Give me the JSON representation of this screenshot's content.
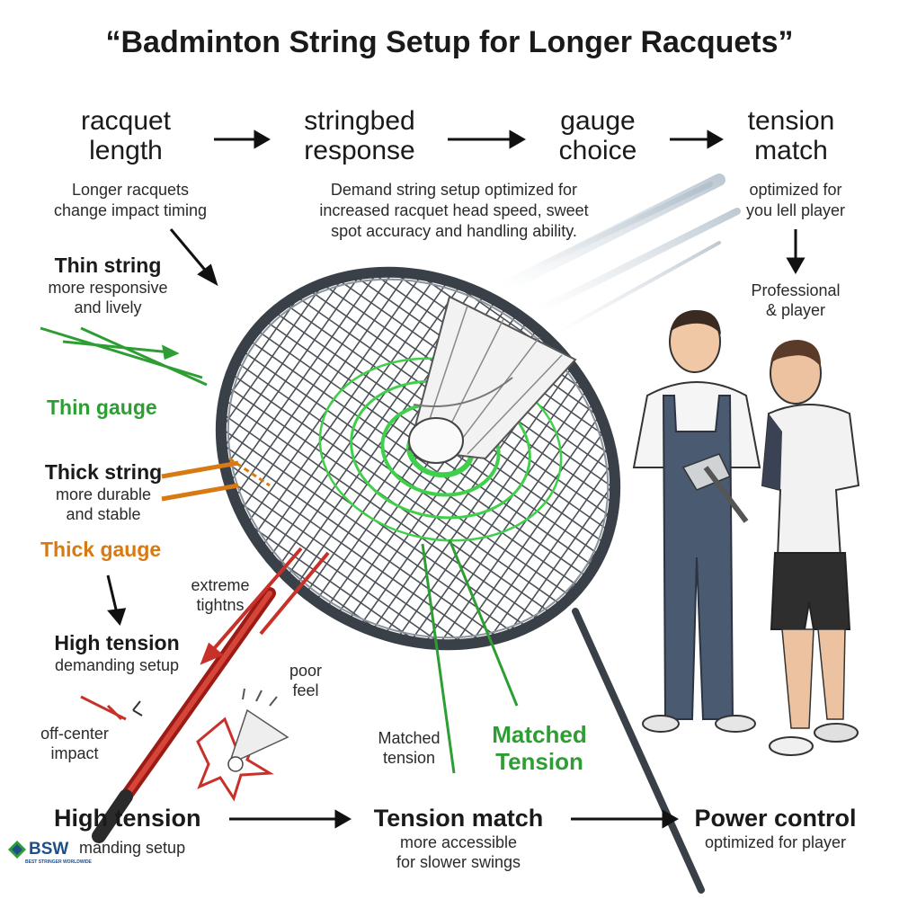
{
  "title": "“Badminton String Setup for Longer Racquets”",
  "steps": [
    {
      "label_l1": "racquet",
      "label_l2": "length"
    },
    {
      "label_l1": "stringbed",
      "label_l2": "response"
    },
    {
      "label_l1": "gauge",
      "label_l2": "choice"
    },
    {
      "label_l1": "tension",
      "label_l2": "match"
    }
  ],
  "step_desc": {
    "racquet_l1": "Longer racquets",
    "racquet_l2": "change impact timing",
    "stringbed_l1": "Demand string setup optimized for",
    "stringbed_l2": "increased racquet head speed, sweet",
    "stringbed_l3": "spot accuracy and handling ability.",
    "tension_l1": "optimized for",
    "tension_l2": "you lell player"
  },
  "professional": {
    "l1": "Professional",
    "l2": "& player"
  },
  "thin": {
    "head": "Thin string",
    "l1": "more responsive",
    "l2": "and lively",
    "gauge": "Thin gauge"
  },
  "thick": {
    "head": "Thick string",
    "l1": "more durable",
    "l2": "and stable",
    "gauge": "Thick gauge"
  },
  "extreme": {
    "l1": "extreme",
    "l2": "tightns"
  },
  "high_tension": {
    "head": "High tension",
    "sub": "demanding setup"
  },
  "poor_feel": {
    "l1": "poor",
    "l2": "feel"
  },
  "off_center": {
    "l1": "off-center",
    "l2": "impact"
  },
  "matched_small": {
    "l1": "Matched",
    "l2": "tension"
  },
  "matched_big": {
    "l1": "Matched",
    "l2": "Tension"
  },
  "bottom": [
    {
      "head": "High tension",
      "sub": "manding setup"
    },
    {
      "head": "Tension match",
      "sub_l1": "more accessible",
      "sub_l2": "for slower swings"
    },
    {
      "head": "Power control",
      "sub": "optimized for player"
    }
  ],
  "logo": {
    "text": "BSW",
    "tagline": "BEST STRINGER WORLDWIDE"
  },
  "colors": {
    "green": "#2e9e34",
    "orange": "#d87a14",
    "red": "#c8312a",
    "frame": "#3a4048"
  }
}
